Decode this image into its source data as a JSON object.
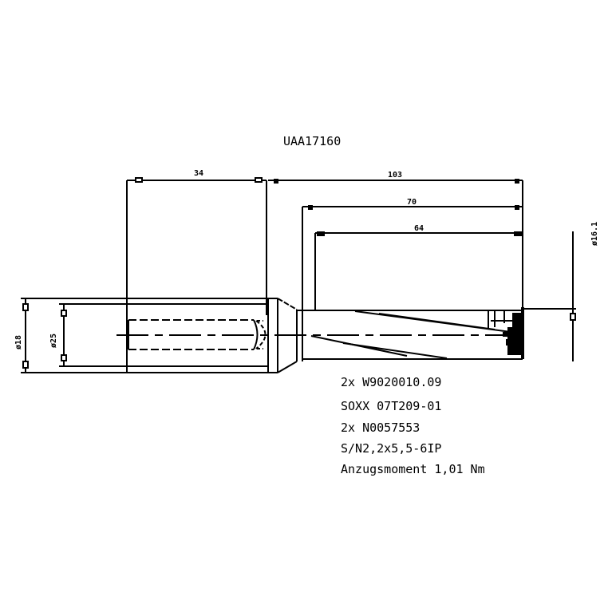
{
  "drawing": {
    "title": "UAA17160",
    "dimensions": {
      "shank_length": "34",
      "overall_length": "103",
      "body_length": "70",
      "flute_length": "64",
      "shank_diameter": "ø18",
      "bore_diameter": "ø25",
      "tip_diameter": "ø16.1"
    },
    "notes": [
      "2x W9020010.09",
      "SOXX 07T209-01",
      "2x N0057553",
      "S/N2,2x5,5-6IP",
      "Anzugsmoment 1,01 Nm"
    ],
    "colors": {
      "line": "#000000",
      "background": "#ffffff"
    }
  }
}
